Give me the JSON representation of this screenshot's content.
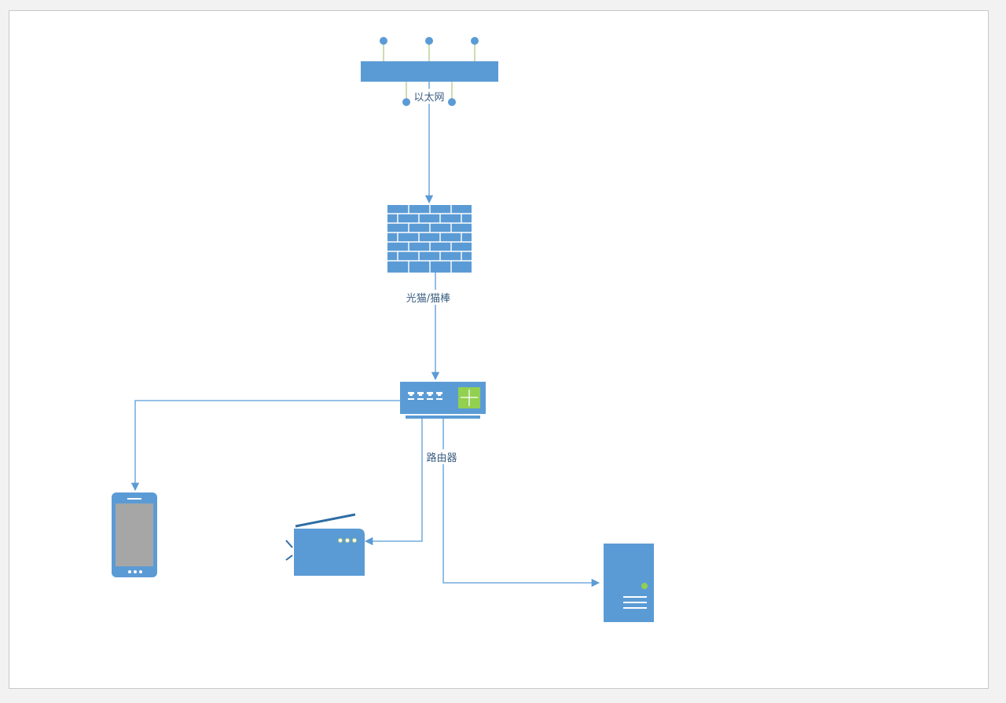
{
  "diagram": {
    "nodes": {
      "ethernet": {
        "label": "以太网",
        "icon": "ethernet-icon"
      },
      "modem": {
        "label": "光猫/猫棒",
        "icon": "firewall-icon"
      },
      "router": {
        "label": "路由器",
        "icon": "router-icon"
      },
      "phone": {
        "label": "",
        "icon": "phone-icon"
      },
      "fax": {
        "label": "",
        "icon": "fax-icon"
      },
      "server": {
        "label": "",
        "icon": "server-icon"
      }
    },
    "edges": [
      {
        "from": "ethernet",
        "to": "modem"
      },
      {
        "from": "modem",
        "to": "router"
      },
      {
        "from": "router",
        "to": "phone"
      },
      {
        "from": "router",
        "to": "fax"
      },
      {
        "from": "router",
        "to": "server"
      }
    ]
  },
  "colors": {
    "shape": "#5b9bd5",
    "line": "#5b9bd5",
    "dark": "#2e6da4",
    "accent_green": "#92d050",
    "screen_gray": "#a6a6a6"
  }
}
